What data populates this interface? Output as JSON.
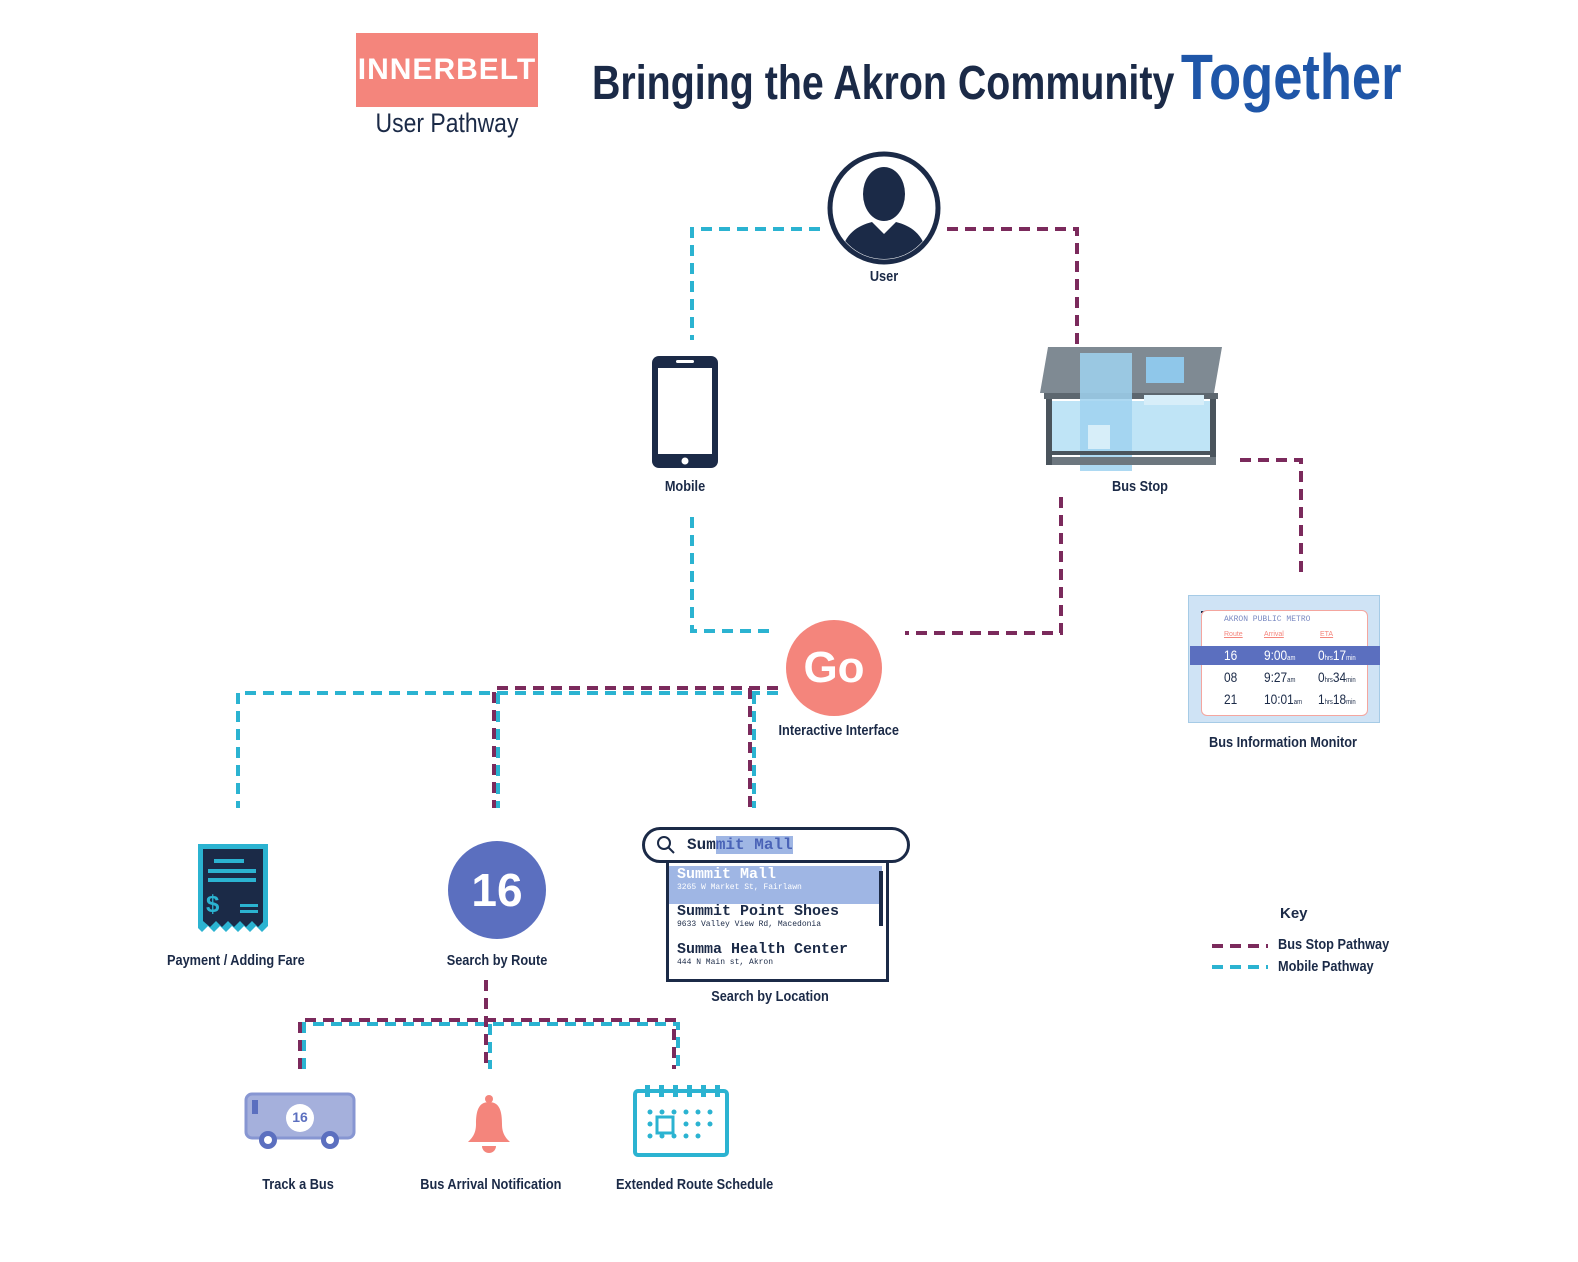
{
  "header": {
    "logo_text": "INNERBELT",
    "subtitle": "User Pathway",
    "title_main": "Bringing the Akron Community",
    "title_emphasis": "Together"
  },
  "nodes": {
    "user": "User",
    "mobile": "Mobile",
    "bus_stop": "Bus Stop",
    "monitor": "Bus Information Monitor",
    "interface_icon": "Go",
    "interface": "Interactive Interface",
    "payment": "Payment / Adding Fare",
    "route_icon": "16",
    "route": "Search by Route",
    "location": "Search by Location",
    "track": "Track a Bus",
    "notification": "Bus Arrival Notification",
    "schedule": "Extended Route Schedule",
    "bus_number": "16"
  },
  "search": {
    "typed": "Sum",
    "autocomplete": "mit Mall",
    "results": [
      {
        "name": "Summit Mall",
        "address": "3265 W Market St, Fairlawn"
      },
      {
        "name": "Summit Point Shoes",
        "address": "9633 Valley View Rd, Macedonia"
      },
      {
        "name": "Summa Health Center",
        "address": "444 N Main st, Akron"
      }
    ]
  },
  "monitor": {
    "title": "AKRON PUBLIC METRO",
    "headers": [
      "Route",
      "Arrival",
      "ETA"
    ],
    "rows": [
      {
        "route": "16",
        "arrival": "9:00",
        "ampm": "am",
        "eta_h": "0",
        "eta_m": "17"
      },
      {
        "route": "08",
        "arrival": "9:27",
        "ampm": "am",
        "eta_h": "0",
        "eta_m": "34"
      },
      {
        "route": "21",
        "arrival": "10:01",
        "ampm": "am",
        "eta_h": "1",
        "eta_m": "18"
      }
    ],
    "hrs_unit": "hrs",
    "min_unit": "min"
  },
  "key": {
    "title": "Key",
    "bus_stop_pathway": "Bus Stop Pathway",
    "mobile_pathway": "Mobile Pathway"
  },
  "colors": {
    "bus_stop_pathway": "#7b2a5c",
    "mobile_pathway": "#2bb3d1",
    "navy": "#1b2a47",
    "coral": "#f4857c",
    "route_blue": "#5b6fbf",
    "title_blue": "#1f56a8"
  }
}
